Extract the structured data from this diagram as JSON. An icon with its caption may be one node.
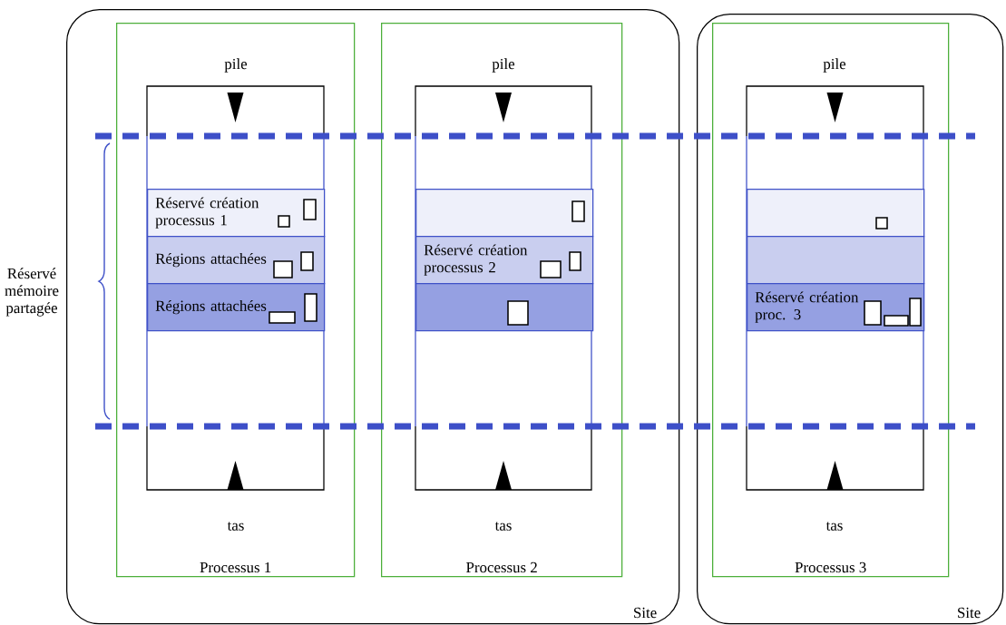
{
  "diagram": {
    "nodes": [
      {
        "text": [
          "Site"
        ]
      },
      {
        "text": [
          "Processus 1"
        ],
        "in": 0
      },
      {
        "text": [
          "Réservé création processus 1"
        ],
        "in": 1
      },
      {
        "text": [
          "Régions attachées"
        ],
        "in": 1
      },
      {
        "text": [
          "Régions attachées"
        ],
        "in": 1
      },
      {
        "text": [
          "Processus 2"
        ],
        "in": 0
      },
      {
        "text": [],
        "shape": "bar",
        "in": 5
      },
      {
        "text": [
          "Réservé création processus 2"
        ],
        "in": 5
      },
      {
        "text": [],
        "shape": "bar",
        "in": 5
      },
      {
        "text": [
          "Site"
        ]
      },
      {
        "text": [
          "Processus 3"
        ],
        "in": 9
      },
      {
        "text": [],
        "shape": "bar",
        "in": 10
      },
      {
        "text": [],
        "shape": "bar",
        "in": 10
      },
      {
        "text": [
          "Réservé création proc. 3"
        ],
        "in": 10
      }
    ],
    "labels": [
      "pile",
      "pile",
      "pile",
      "Réservé mémoire partagée",
      "tas",
      "tas",
      "tas"
    ]
  }
}
